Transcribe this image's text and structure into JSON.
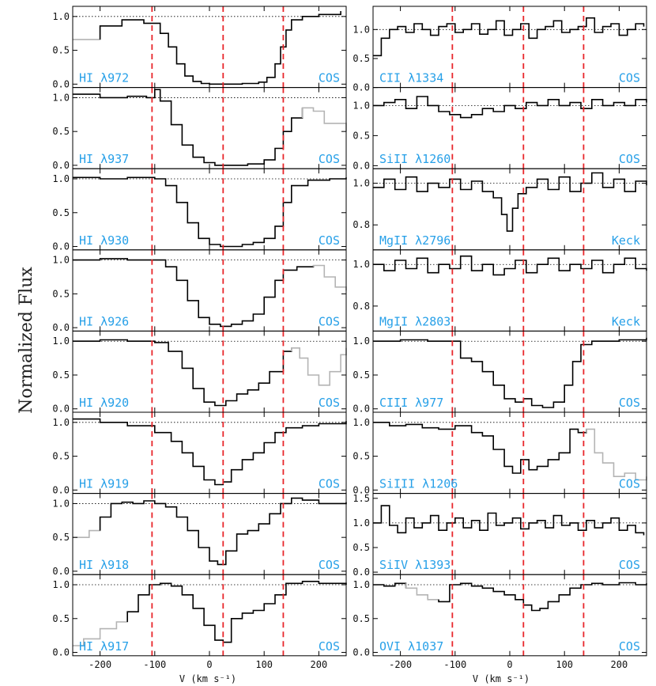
{
  "figure": {
    "ylabel": "Normalized Flux",
    "xlabel": "V (km s⁻¹)",
    "xlim": [
      -250,
      250
    ],
    "xticks": [
      -200,
      -100,
      0,
      100,
      200
    ],
    "reference_velocities": [
      -105,
      25,
      135
    ],
    "colors": {
      "spectrum": "#000000",
      "contaminated": "#b4b4b4",
      "marker": "#e8262b",
      "label": "#27a0e8"
    }
  },
  "chart_data": [
    {
      "type": "line",
      "column": 0,
      "row": 0,
      "label": "HI λ972",
      "instrument": "COS",
      "ylim": [
        -0.05,
        1.15
      ],
      "yticks": [
        0.0,
        0.5,
        1.0
      ],
      "ytick_labels": [
        "0.0",
        "0.5",
        "1.0"
      ],
      "continuum": 1.0,
      "x": [
        -250,
        -200,
        -160,
        -120,
        -90,
        -75,
        -60,
        -45,
        -30,
        -15,
        0,
        30,
        60,
        90,
        105,
        120,
        130,
        140,
        150,
        170,
        200,
        240
      ],
      "y": [
        0.66,
        0.86,
        0.95,
        0.9,
        0.75,
        0.55,
        0.3,
        0.12,
        0.04,
        0.01,
        0.0,
        0.0,
        0.01,
        0.03,
        0.1,
        0.3,
        0.55,
        0.8,
        0.95,
        1.0,
        1.03,
        1.08
      ],
      "contaminated_below": -200
    },
    {
      "type": "line",
      "column": 0,
      "row": 1,
      "label": "HI λ937",
      "instrument": "COS",
      "ylim": [
        -0.05,
        1.15
      ],
      "yticks": [
        0.0,
        0.5,
        1.0
      ],
      "ytick_labels": [
        "0.0",
        "0.5",
        "1.0"
      ],
      "continuum": 1.0,
      "x": [
        -250,
        -200,
        -150,
        -115,
        -100,
        -90,
        -70,
        -50,
        -30,
        -10,
        10,
        40,
        70,
        100,
        120,
        135,
        150,
        170,
        190,
        210,
        250
      ],
      "y": [
        1.05,
        1.0,
        1.02,
        1.0,
        1.12,
        0.95,
        0.6,
        0.3,
        0.12,
        0.04,
        0.0,
        0.0,
        0.02,
        0.08,
        0.25,
        0.5,
        0.7,
        0.85,
        0.8,
        0.62,
        0.5
      ],
      "contaminated_above": 170
    },
    {
      "type": "line",
      "column": 0,
      "row": 2,
      "label": "HI λ930",
      "instrument": "COS",
      "ylim": [
        -0.05,
        1.15
      ],
      "yticks": [
        0.0,
        0.5,
        1.0
      ],
      "ytick_labels": [
        "0.0",
        "0.5",
        "1.0"
      ],
      "continuum": 1.0,
      "x": [
        -250,
        -200,
        -150,
        -100,
        -80,
        -60,
        -40,
        -20,
        0,
        20,
        40,
        60,
        80,
        100,
        120,
        135,
        150,
        180,
        220,
        250
      ],
      "y": [
        1.02,
        1.0,
        1.02,
        1.0,
        0.9,
        0.65,
        0.35,
        0.12,
        0.03,
        0.0,
        0.0,
        0.03,
        0.06,
        0.12,
        0.3,
        0.65,
        0.9,
        0.98,
        1.0,
        1.02
      ],
      "contaminated_below": null
    },
    {
      "type": "line",
      "column": 0,
      "row": 3,
      "label": "HI λ926",
      "instrument": "COS",
      "ylim": [
        -0.05,
        1.15
      ],
      "yticks": [
        0.0,
        0.5,
        1.0
      ],
      "ytick_labels": [
        "0.0",
        "0.5",
        "1.0"
      ],
      "continuum": 1.0,
      "x": [
        -250,
        -200,
        -150,
        -100,
        -80,
        -60,
        -40,
        -20,
        0,
        20,
        40,
        60,
        80,
        100,
        120,
        135,
        160,
        190,
        210,
        230,
        250
      ],
      "y": [
        1.0,
        1.02,
        1.0,
        1.0,
        0.9,
        0.7,
        0.4,
        0.15,
        0.05,
        0.02,
        0.05,
        0.1,
        0.2,
        0.45,
        0.7,
        0.85,
        0.9,
        0.92,
        0.75,
        0.6,
        0.55
      ],
      "contaminated_above": 175
    },
    {
      "type": "line",
      "column": 0,
      "row": 4,
      "label": "HI λ920",
      "instrument": "COS",
      "ylim": [
        -0.05,
        1.15
      ],
      "yticks": [
        0.0,
        0.5,
        1.0
      ],
      "ytick_labels": [
        "0.0",
        "0.5",
        "1.0"
      ],
      "continuum": 1.0,
      "x": [
        -250,
        -200,
        -150,
        -100,
        -75,
        -50,
        -30,
        -10,
        10,
        30,
        50,
        70,
        90,
        110,
        135,
        150,
        165,
        180,
        200,
        220,
        240,
        250
      ],
      "y": [
        1.0,
        1.02,
        1.0,
        0.98,
        0.85,
        0.6,
        0.3,
        0.1,
        0.05,
        0.12,
        0.22,
        0.28,
        0.38,
        0.55,
        0.85,
        0.9,
        0.75,
        0.5,
        0.35,
        0.55,
        0.8,
        0.9
      ],
      "contaminated_above": 150
    },
    {
      "type": "line",
      "column": 0,
      "row": 5,
      "label": "HI λ919",
      "instrument": "COS",
      "ylim": [
        -0.05,
        1.15
      ],
      "yticks": [
        0.0,
        0.5,
        1.0
      ],
      "ytick_labels": [
        "0.0",
        "0.5",
        "1.0"
      ],
      "continuum": 1.0,
      "x": [
        -250,
        -200,
        -150,
        -100,
        -70,
        -50,
        -30,
        -10,
        10,
        25,
        40,
        60,
        80,
        100,
        120,
        140,
        170,
        200,
        250
      ],
      "y": [
        1.05,
        1.0,
        0.95,
        0.85,
        0.72,
        0.55,
        0.35,
        0.15,
        0.08,
        0.12,
        0.3,
        0.45,
        0.55,
        0.7,
        0.85,
        0.92,
        0.95,
        0.98,
        1.02
      ],
      "contaminated_below": null
    },
    {
      "type": "line",
      "column": 0,
      "row": 6,
      "label": "HI λ918",
      "instrument": "COS",
      "ylim": [
        -0.05,
        1.15
      ],
      "yticks": [
        0.0,
        0.5,
        1.0
      ],
      "ytick_labels": [
        "0.0",
        "0.5",
        "1.0"
      ],
      "continuum": 1.0,
      "x": [
        -250,
        -220,
        -200,
        -180,
        -160,
        -140,
        -120,
        -100,
        -80,
        -60,
        -40,
        -20,
        0,
        15,
        30,
        50,
        70,
        90,
        110,
        130,
        150,
        170,
        200,
        250
      ],
      "y": [
        0.5,
        0.6,
        0.8,
        1.0,
        1.02,
        1.0,
        1.04,
        1.0,
        0.95,
        0.8,
        0.6,
        0.35,
        0.15,
        0.1,
        0.3,
        0.55,
        0.6,
        0.7,
        0.85,
        1.0,
        1.08,
        1.05,
        1.0,
        1.02
      ],
      "contaminated_below": -195
    },
    {
      "type": "line",
      "column": 0,
      "row": 7,
      "label": "HI λ917",
      "instrument": "COS",
      "ylim": [
        -0.05,
        1.15
      ],
      "yticks": [
        0.0,
        0.5,
        1.0
      ],
      "ytick_labels": [
        "0.0",
        "0.5",
        "1.0"
      ],
      "continuum": 1.0,
      "x": [
        -250,
        -230,
        -200,
        -170,
        -150,
        -130,
        -110,
        -90,
        -70,
        -50,
        -30,
        -10,
        10,
        25,
        40,
        60,
        80,
        100,
        120,
        140,
        170,
        200,
        250
      ],
      "y": [
        0.1,
        0.2,
        0.35,
        0.45,
        0.6,
        0.85,
        1.0,
        1.02,
        0.98,
        0.85,
        0.65,
        0.4,
        0.18,
        0.15,
        0.5,
        0.58,
        0.62,
        0.72,
        0.85,
        1.02,
        1.05,
        1.02,
        1.0
      ],
      "contaminated_below": -140
    },
    {
      "type": "line",
      "column": 1,
      "row": 0,
      "label": "CII λ1334",
      "instrument": "COS",
      "ylim": [
        0.0,
        1.4
      ],
      "yticks": [
        0.0,
        0.5,
        1.0
      ],
      "ytick_labels": [
        "0.0",
        "0.5",
        "1.0"
      ],
      "continuum": 1.0,
      "x": [
        -250,
        -235,
        -220,
        -205,
        -190,
        -175,
        -160,
        -145,
        -130,
        -115,
        -100,
        -85,
        -70,
        -55,
        -40,
        -25,
        -10,
        5,
        20,
        35,
        50,
        65,
        80,
        95,
        110,
        125,
        140,
        155,
        170,
        185,
        200,
        215,
        230,
        245
      ],
      "y": [
        0.55,
        0.85,
        1.0,
        1.05,
        0.95,
        1.1,
        1.0,
        0.9,
        1.05,
        1.1,
        0.95,
        1.0,
        1.1,
        0.92,
        1.0,
        1.15,
        0.9,
        1.0,
        1.1,
        0.85,
        1.0,
        1.05,
        1.15,
        0.95,
        1.0,
        1.05,
        1.2,
        0.95,
        1.05,
        1.1,
        0.9,
        1.0,
        1.1,
        1.05
      ],
      "contaminated_below": null
    },
    {
      "type": "line",
      "column": 1,
      "row": 1,
      "label": "SiII λ1260",
      "instrument": "COS",
      "ylim": [
        -0.05,
        1.3
      ],
      "yticks": [
        0.0,
        0.5,
        1.0
      ],
      "ytick_labels": [
        "0.0",
        "0.5",
        "1.0"
      ],
      "continuum": 1.0,
      "x": [
        -250,
        -230,
        -210,
        -190,
        -170,
        -150,
        -130,
        -110,
        -90,
        -70,
        -50,
        -30,
        -10,
        10,
        30,
        50,
        70,
        90,
        110,
        130,
        150,
        170,
        190,
        210,
        230,
        250
      ],
      "y": [
        1.0,
        1.05,
        1.1,
        0.95,
        1.15,
        1.0,
        0.9,
        0.85,
        0.8,
        0.85,
        0.95,
        0.9,
        1.0,
        0.95,
        1.05,
        1.0,
        1.1,
        1.0,
        1.05,
        0.95,
        1.1,
        1.0,
        1.05,
        1.0,
        1.1,
        1.05
      ],
      "contaminated_below": null
    },
    {
      "type": "line",
      "column": 1,
      "row": 2,
      "label": "MgII λ2796",
      "instrument": "Keck",
      "ylim": [
        0.68,
        1.07
      ],
      "yticks": [
        0.8,
        1.0
      ],
      "ytick_labels": [
        "0.8",
        "1.0"
      ],
      "continuum": 1.0,
      "x": [
        -250,
        -230,
        -210,
        -190,
        -170,
        -150,
        -130,
        -110,
        -90,
        -70,
        -50,
        -30,
        -15,
        -5,
        5,
        15,
        30,
        50,
        70,
        90,
        110,
        130,
        150,
        170,
        190,
        210,
        230,
        250
      ],
      "y": [
        0.98,
        1.02,
        0.97,
        1.03,
        0.96,
        1.0,
        0.98,
        1.02,
        0.97,
        1.01,
        0.96,
        0.93,
        0.85,
        0.77,
        0.88,
        0.95,
        0.98,
        1.02,
        0.97,
        1.03,
        0.96,
        1.0,
        1.05,
        0.98,
        1.02,
        0.96,
        1.01,
        0.99
      ],
      "contaminated_below": null
    },
    {
      "type": "line",
      "column": 1,
      "row": 3,
      "label": "MgII λ2803",
      "instrument": "Keck",
      "ylim": [
        0.68,
        1.07
      ],
      "yticks": [
        0.8,
        1.0
      ],
      "ytick_labels": [
        "0.8",
        "1.0"
      ],
      "continuum": 1.0,
      "x": [
        -250,
        -230,
        -210,
        -190,
        -170,
        -150,
        -130,
        -110,
        -90,
        -70,
        -50,
        -30,
        -10,
        10,
        30,
        50,
        70,
        90,
        110,
        130,
        150,
        170,
        190,
        210,
        230,
        250
      ],
      "y": [
        1.0,
        0.97,
        1.02,
        0.98,
        1.03,
        0.96,
        1.0,
        0.98,
        1.04,
        0.97,
        1.0,
        0.95,
        0.98,
        1.02,
        0.96,
        1.0,
        1.03,
        0.97,
        1.0,
        0.98,
        1.02,
        0.96,
        1.0,
        1.03,
        0.98,
        0.97
      ],
      "contaminated_below": null
    },
    {
      "type": "line",
      "column": 1,
      "row": 4,
      "label": "CIII λ977",
      "instrument": "COS",
      "ylim": [
        -0.05,
        1.15
      ],
      "yticks": [
        0.0,
        0.5,
        1.0
      ],
      "ytick_labels": [
        "0.0",
        "0.5",
        "1.0"
      ],
      "continuum": 1.0,
      "x": [
        -250,
        -200,
        -150,
        -110,
        -90,
        -70,
        -50,
        -30,
        -10,
        10,
        25,
        40,
        60,
        80,
        100,
        115,
        130,
        150,
        200,
        250
      ],
      "y": [
        1.0,
        1.02,
        1.0,
        1.0,
        0.75,
        0.7,
        0.55,
        0.35,
        0.15,
        0.1,
        0.15,
        0.05,
        0.02,
        0.1,
        0.35,
        0.7,
        0.95,
        1.0,
        1.02,
        1.05
      ],
      "contaminated_below": null
    },
    {
      "type": "line",
      "column": 1,
      "row": 5,
      "label": "SiIII λ1206",
      "instrument": "COS",
      "ylim": [
        -0.05,
        1.15
      ],
      "yticks": [
        0.0,
        0.5,
        1.0
      ],
      "ytick_labels": [
        "0.0",
        "0.5",
        "1.0"
      ],
      "continuum": 1.0,
      "x": [
        -250,
        -220,
        -190,
        -160,
        -130,
        -100,
        -70,
        -50,
        -30,
        -10,
        5,
        20,
        35,
        50,
        70,
        90,
        110,
        125,
        140,
        155,
        170,
        190,
        210,
        230,
        250
      ],
      "y": [
        1.0,
        0.95,
        0.97,
        0.92,
        0.9,
        0.95,
        0.85,
        0.8,
        0.6,
        0.35,
        0.25,
        0.45,
        0.3,
        0.35,
        0.45,
        0.55,
        0.9,
        0.85,
        0.9,
        0.55,
        0.4,
        0.2,
        0.25,
        0.15,
        0.2
      ],
      "contaminated_above": 140
    },
    {
      "type": "line",
      "column": 1,
      "row": 6,
      "label": "SiIV λ1393",
      "instrument": "COS",
      "ylim": [
        -0.05,
        1.6
      ],
      "yticks": [
        0.0,
        0.5,
        1.0,
        1.5
      ],
      "ytick_labels": [
        "0.0",
        "0.5",
        "1.0",
        "1.5"
      ],
      "continuum": 1.0,
      "x": [
        -250,
        -235,
        -220,
        -205,
        -190,
        -175,
        -160,
        -145,
        -130,
        -115,
        -100,
        -85,
        -70,
        -55,
        -40,
        -25,
        -10,
        5,
        20,
        35,
        50,
        65,
        80,
        95,
        110,
        125,
        140,
        155,
        170,
        185,
        200,
        215,
        230,
        245
      ],
      "y": [
        1.0,
        1.35,
        0.95,
        0.8,
        1.1,
        0.9,
        1.0,
        1.15,
        0.85,
        1.0,
        1.1,
        0.9,
        1.05,
        0.85,
        1.2,
        0.95,
        1.0,
        1.1,
        0.88,
        1.0,
        1.05,
        0.9,
        1.15,
        0.95,
        1.0,
        0.85,
        1.05,
        0.9,
        1.0,
        1.1,
        0.85,
        0.95,
        0.8,
        0.75
      ],
      "contaminated_below": null
    },
    {
      "type": "line",
      "column": 1,
      "row": 7,
      "label": "OVI λ1037",
      "instrument": "COS",
      "ylim": [
        -0.05,
        1.15
      ],
      "yticks": [
        0.0,
        0.5,
        1.0
      ],
      "ytick_labels": [
        "0.0",
        "0.5",
        "1.0"
      ],
      "continuum": 1.0,
      "x": [
        -250,
        -230,
        -210,
        -190,
        -170,
        -150,
        -130,
        -110,
        -90,
        -70,
        -50,
        -30,
        -10,
        10,
        25,
        40,
        55,
        70,
        90,
        110,
        130,
        150,
        170,
        200,
        230,
        250
      ],
      "y": [
        1.0,
        0.98,
        1.02,
        0.95,
        0.85,
        0.78,
        0.75,
        1.0,
        1.02,
        0.98,
        0.95,
        0.9,
        0.85,
        0.78,
        0.7,
        0.62,
        0.65,
        0.75,
        0.85,
        0.95,
        1.0,
        1.02,
        1.0,
        1.03,
        1.0,
        1.02
      ],
      "contaminated_range": [
        -200,
        -120
      ]
    }
  ]
}
